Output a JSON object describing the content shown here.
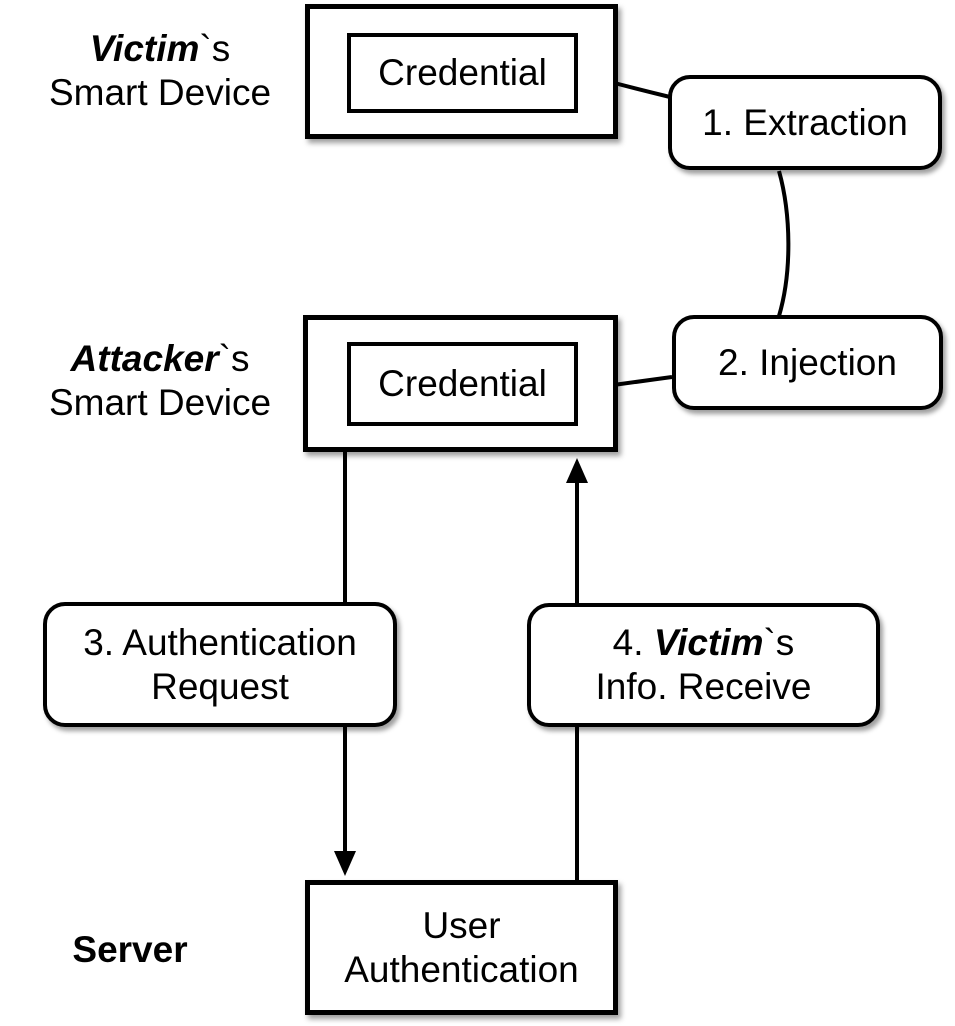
{
  "diagram": {
    "background": "#ffffff",
    "stroke_color": "#000000",
    "actors": {
      "victim": {
        "name": "Victim",
        "suffix": "`s",
        "line2": "Smart Device"
      },
      "attacker": {
        "name": "Attacker",
        "suffix": "`s",
        "line2": "Smart Device"
      },
      "server": {
        "label": "Server"
      }
    },
    "nodes": {
      "victim_credential": "Credential",
      "attacker_credential": "Credential",
      "server_auth": {
        "line1": "User",
        "line2": "Authentication"
      }
    },
    "steps": {
      "extraction": "1. Extraction",
      "injection": "2. Injection",
      "auth_request": {
        "line1": "3. Authentication",
        "line2": "Request"
      },
      "info_receive": {
        "prefix": "4. ",
        "name": "Victim",
        "suffix": "`s",
        "line2": "Info. Receive"
      }
    },
    "connections": [
      {
        "from": "victim_credential",
        "to": "extraction",
        "style": "plain-line"
      },
      {
        "from": "extraction",
        "to": "injection",
        "style": "plain-curve"
      },
      {
        "from": "injection",
        "to": "attacker_credential",
        "style": "arrow"
      },
      {
        "from": "attacker_smart_device",
        "via": "auth_request",
        "to": "server_auth",
        "style": "arrow-down"
      },
      {
        "from": "server_auth",
        "via": "info_receive",
        "to": "attacker_smart_device",
        "style": "arrow-up"
      }
    ]
  }
}
